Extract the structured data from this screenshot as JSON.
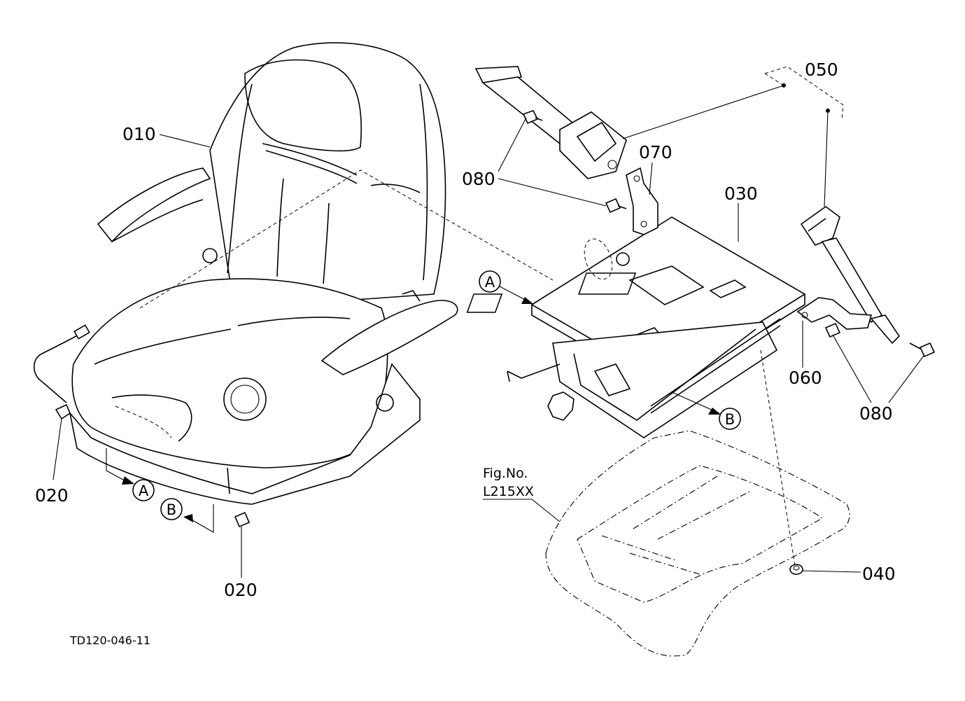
{
  "labels": {
    "seat": "010",
    "bolt_left": "020",
    "bolt_bottom": "020",
    "suspension": "030",
    "nut": "040",
    "seatbelt": "050",
    "bracket_buckle": "060",
    "bracket_belt": "070",
    "bolt_top": "080",
    "bolt_right": "080"
  },
  "references": {
    "a": "A",
    "b": "B"
  },
  "figure_ref": {
    "line1": "Fig.No.",
    "line2": "L215XX"
  },
  "drawing_code": "TD120-046-11"
}
